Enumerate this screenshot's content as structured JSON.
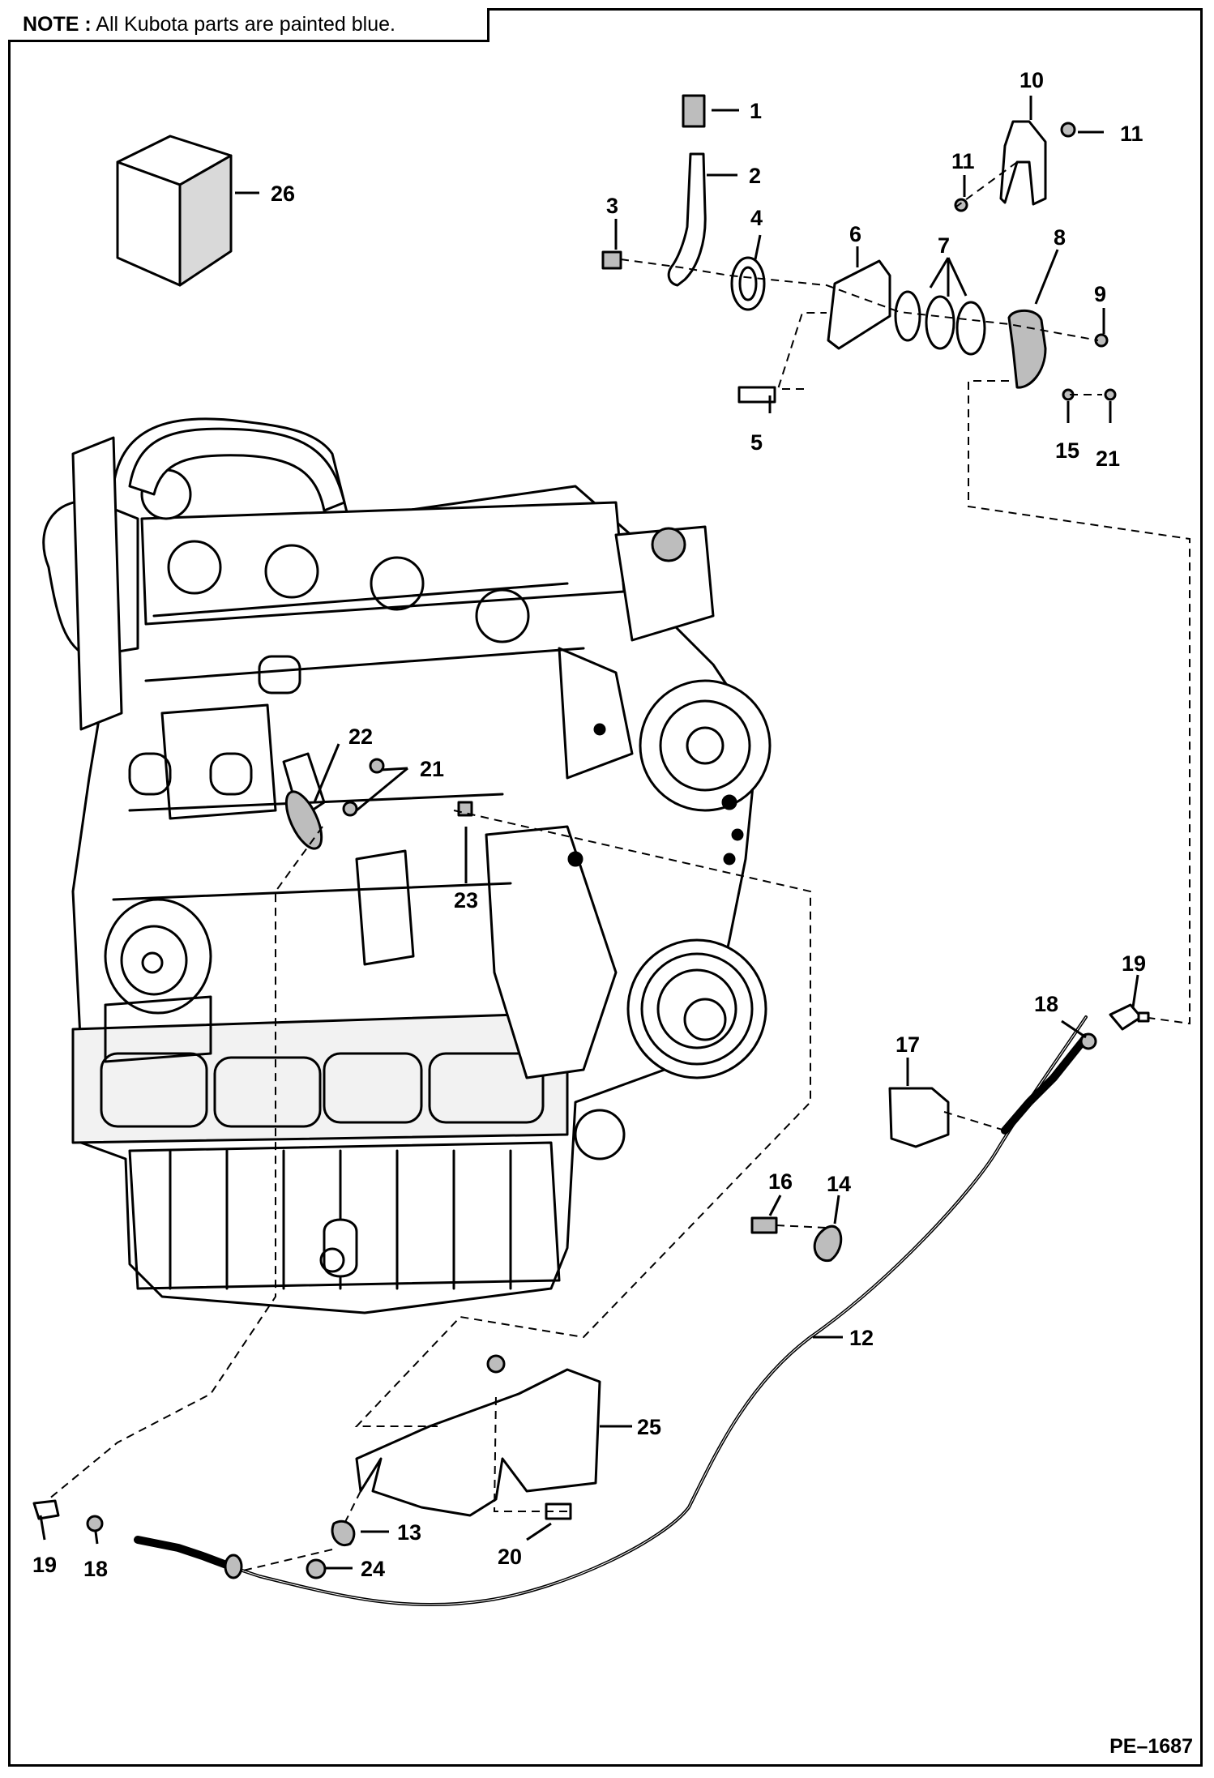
{
  "note": {
    "prefix": "NOTE :",
    "text": "All Kubota parts are painted blue."
  },
  "drawing_code": "PE–1687",
  "labels": [
    "1",
    "2",
    "3",
    "4",
    "5",
    "6",
    "7",
    "8",
    "9",
    "10",
    "11",
    "11",
    "15",
    "21",
    "26",
    "22",
    "21",
    "23",
    "19",
    "18",
    "17",
    "16",
    "14",
    "12",
    "25",
    "13",
    "24",
    "20",
    "19",
    "18"
  ],
  "colors": {
    "ink": "#000000",
    "paper": "#ffffff",
    "shade": "#bdbdbd"
  }
}
